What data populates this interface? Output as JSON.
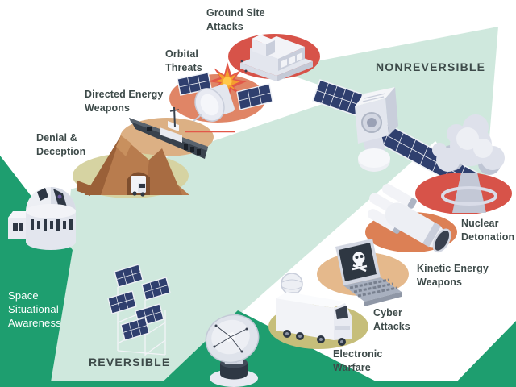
{
  "diagram": {
    "axis": {
      "nonreversible_label": "NONREVERSIBLE",
      "reversible_label": "REVERSIBLE"
    },
    "capability": {
      "id": "space-situational-awareness",
      "label": "Space\nSituational\nAwareness"
    },
    "threats": [
      {
        "id": "ground-site-attacks",
        "label": "Ground Site\nAttacks"
      },
      {
        "id": "orbital-threats",
        "label": "Orbital\nThreats"
      },
      {
        "id": "directed-energy-weapons",
        "label": "Directed Energy\nWeapons"
      },
      {
        "id": "denial-deception",
        "label": "Denial &\nDeception"
      },
      {
        "id": "electronic-warfare",
        "label": "Electronic\nWarfare"
      },
      {
        "id": "cyber-attacks",
        "label": "Cyber\nAttacks"
      },
      {
        "id": "kinetic-energy-weapons",
        "label": "Kinetic Energy\nWeapons"
      },
      {
        "id": "nuclear-detonation",
        "label": "Nuclear\nDetonation"
      }
    ],
    "icons": [
      {
        "name": "factory-building-icon",
        "depicts": "ground station facility under attack"
      },
      {
        "name": "exploding-satellite-icon",
        "depicts": "satellite with explosion (orbital threat)"
      },
      {
        "name": "warship-laser-icon",
        "depicts": "navy ship firing directed-energy laser"
      },
      {
        "name": "camouflage-mountain-icon",
        "depicts": "hidden truck in mountain (denial & deception)"
      },
      {
        "name": "observatory-dome-icon",
        "depicts": "telescope observatory (space situational awareness)"
      },
      {
        "name": "solar-array-icon",
        "depicts": "ground solar panel array"
      },
      {
        "name": "radar-dish-icon",
        "depicts": "tracking radar antenna"
      },
      {
        "name": "jammer-truck-icon",
        "depicts": "electronic warfare radome truck"
      },
      {
        "name": "skull-laptop-icon",
        "depicts": "hacked laptop (cyber attack)"
      },
      {
        "name": "missile-cluster-icon",
        "depicts": "kinetic kill vehicle"
      },
      {
        "name": "mushroom-cloud-icon",
        "depicts": "nuclear detonation cloud"
      },
      {
        "name": "large-satellite-icon",
        "depicts": "space asset satellite"
      }
    ],
    "colors": {
      "accent_green": "#1E9E6F",
      "arrow_mint": "#CFE8DD",
      "label_text": "#3D4A49",
      "capability_text": "#FFFFFF",
      "ellipse_red": "#D75349",
      "ellipse_salmon": "#E08566",
      "ellipse_orange": "#DC8055",
      "ellipse_tan": "#E5B98C",
      "ellipse_sand": "#DCB084",
      "ellipse_olive": "#D6D3A2",
      "ellipse_khaki": "#C6BE7A",
      "laser_red": "#E25749",
      "panel_blue": "#2F3F6E"
    }
  }
}
